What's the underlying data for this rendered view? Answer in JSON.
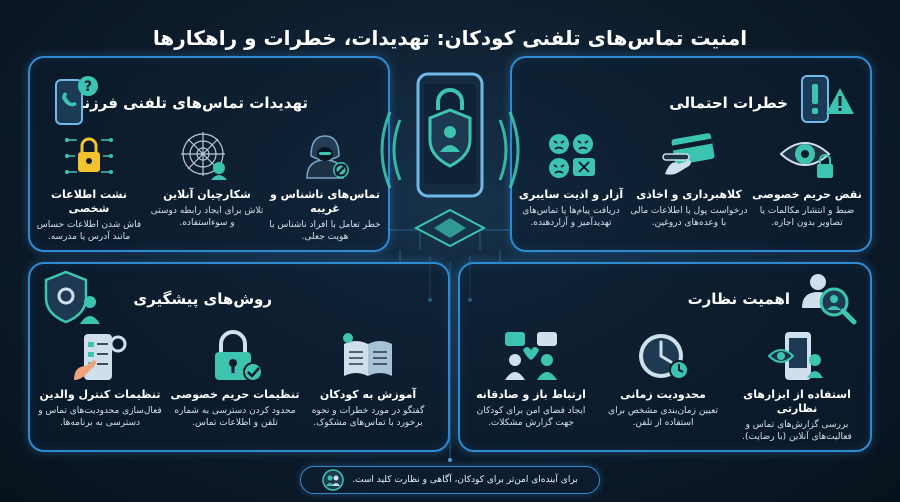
{
  "title": "امنیت تماس‌های تلفنی کودکان: تهدیدات، خطرات و راهکارها",
  "colors": {
    "accent": "#2f8ad0",
    "teal": "#3cc4b0",
    "warn": "#f2c230",
    "bg": "#0d1b2a"
  },
  "threats": {
    "title": "تهدیدات تماس‌های تلفنی فرزند",
    "icon": "phone-question-icon",
    "items": [
      {
        "icon": "hacker-icon",
        "title": "تماس‌های ناشناس و غریبه",
        "desc": "خطر تعامل با افراد ناشناس با هویت جعلی."
      },
      {
        "icon": "spider-web-icon",
        "title": "شکارچیان آنلاین",
        "desc": "تلاش برای ایجاد رابطه دوستی و سوءاستفاده."
      },
      {
        "icon": "data-lock-icon",
        "title": "نشت اطلاعات شخصی",
        "desc": "فاش شدن اطلاعات حساس مانند آدرس یا مدرسه."
      }
    ]
  },
  "risks": {
    "title": "خطرات احتمالی",
    "icon": "phone-warning-icon",
    "items": [
      {
        "icon": "eye-privacy-icon",
        "title": "نقض حریم خصوصی",
        "desc": "ضبط و انتشار مکالمات یا تصاویر بدون اجازه."
      },
      {
        "icon": "fraud-card-icon",
        "title": "کلاهبرداری و اخاذی",
        "desc": "درخواست پول یا اطلاعات مالی با وعده‌های دروغین."
      },
      {
        "icon": "angry-chat-icon",
        "title": "آزار و اذیت سایبری",
        "desc": "دریافت پیام‌ها یا تماس‌های تهدیدآمیز و آزاردهنده."
      }
    ]
  },
  "prevention": {
    "title": "روش‌های پیشگیری",
    "icon": "shield-gear-family-icon",
    "items": [
      {
        "icon": "parental-settings-icon",
        "title": "تنظیمات کنترل والدین",
        "desc": "فعال‌سازی محدودیت‌های تماس و دسترسی به برنامه‌ها."
      },
      {
        "icon": "padlock-check-icon",
        "title": "تنظیمات حریم خصوصی",
        "desc": "محدود کردن دسترسی به شماره تلفن و اطلاعات تماس."
      },
      {
        "icon": "teaching-book-icon",
        "title": "آموزش به کودکان",
        "desc": "گفتگو در مورد خطرات و نحوه برخورد با تماس‌های مشکوک."
      }
    ]
  },
  "supervision": {
    "title": "اهمیت نظارت",
    "icon": "family-search-icon",
    "items": [
      {
        "icon": "phone-monitor-icon",
        "title": "استفاده از ابزارهای نظارتی",
        "desc": "بررسی گزارش‌های تماس و فعالیت‌های آنلاین (با رضایت)."
      },
      {
        "icon": "clock-icon",
        "title": "محدودیت زمانی",
        "desc": "تعیین زمان‌بندی مشخص برای استفاده از تلفن."
      },
      {
        "icon": "open-communication-icon",
        "title": "ارتباط باز و صادقانه",
        "desc": "ایجاد فضای امن برای کودکان جهت گزارش مشکلات."
      }
    ]
  },
  "center": {
    "icon": "secure-phone-shield-icon"
  },
  "footer": {
    "text": "برای آینده‌ای امن‌تر برای کودکان، آگاهی و نظارت کلید است.",
    "icon": "family-globe-icon"
  }
}
